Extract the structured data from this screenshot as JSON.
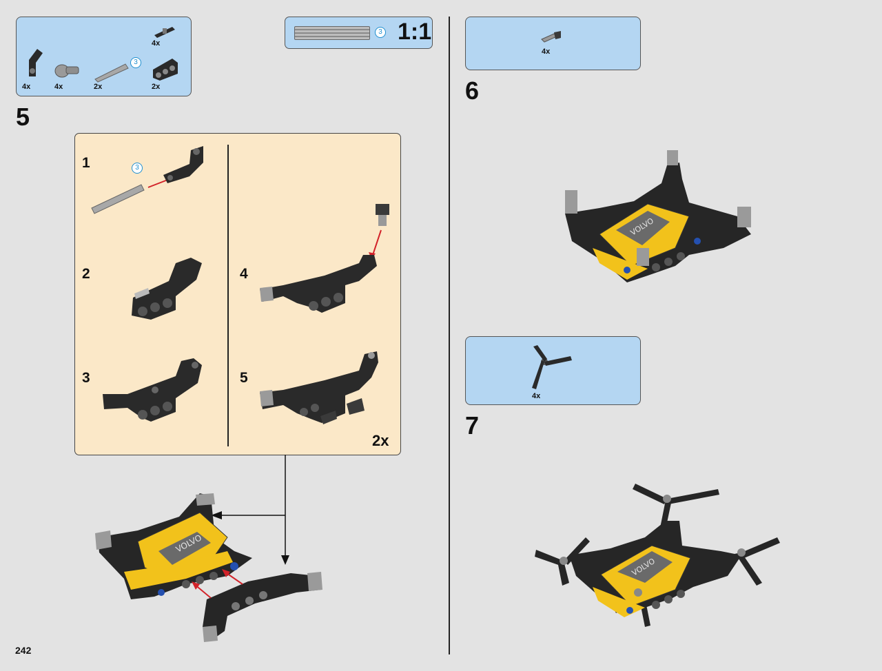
{
  "page": {
    "number": "242"
  },
  "parts_list_step5": {
    "items": [
      {
        "icon": "angle-connector-icon",
        "qty": "4x"
      },
      {
        "icon": "ball-joint-icon",
        "qty": "4x"
      },
      {
        "icon": "axle-3-icon",
        "qty": "2x",
        "length": "3"
      },
      {
        "icon": "pin-connector-icon",
        "qty": "4x"
      },
      {
        "icon": "beam-3-icon",
        "qty": "2x"
      }
    ]
  },
  "ruler": {
    "length": "3",
    "scale": "1:1"
  },
  "step5": {
    "number": "5",
    "substeps": [
      {
        "number": "1",
        "badge": "3"
      },
      {
        "number": "2"
      },
      {
        "number": "3"
      },
      {
        "number": "4"
      },
      {
        "number": "5"
      }
    ],
    "multiplier": "2x"
  },
  "step6": {
    "number": "6",
    "parts": [
      {
        "icon": "connector-peg-icon",
        "qty": "4x"
      }
    ]
  },
  "step7": {
    "number": "7",
    "parts": [
      {
        "icon": "propeller-icon",
        "qty": "4x"
      }
    ]
  },
  "colors": {
    "parts_box": "#b4d6f2",
    "callout": "#fbe8c8",
    "model_yellow": "#f2c21b",
    "model_black": "#262626",
    "arrow_red": "#d2232a",
    "badge_blue": "#1f8fcf"
  }
}
